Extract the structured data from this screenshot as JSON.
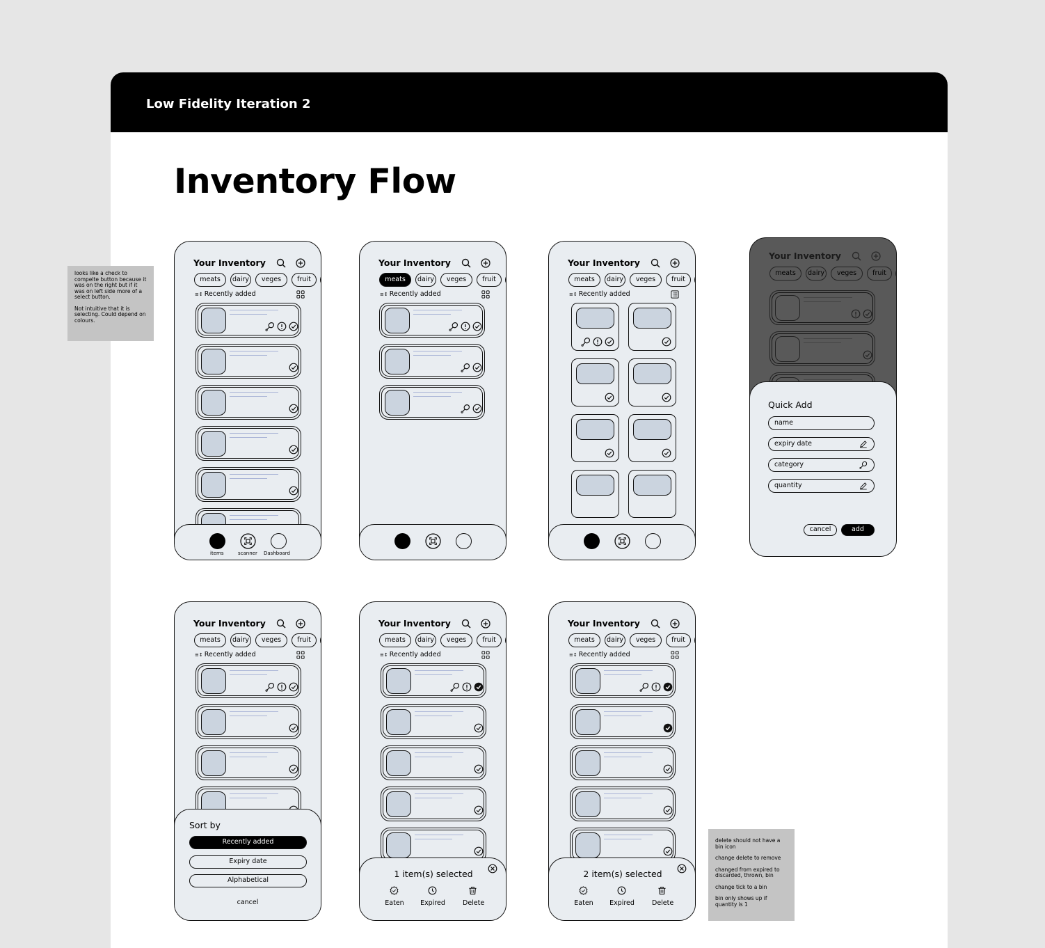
{
  "header": {
    "band_title": "Low Fidelity Iteration 2",
    "page_title": "Inventory Flow"
  },
  "phone": {
    "title": "Your Inventory",
    "chips": [
      "meats",
      "dairy",
      "veges",
      "fruit"
    ],
    "sort_label": "Recently added",
    "nav": {
      "items": "items",
      "scanner": "scanner",
      "dashboard": "Dashboard"
    }
  },
  "quick_add": {
    "title": "Quick Add",
    "fields": [
      "name",
      "expiry date",
      "category",
      "quantity"
    ],
    "cancel": "cancel",
    "add": "add"
  },
  "sort_sheet": {
    "title": "Sort by",
    "options": [
      "Recently added",
      "Expiry date",
      "Alphabetical"
    ],
    "cancel": "cancel"
  },
  "selection_1": {
    "title": "1 item(s) selected"
  },
  "selection_2": {
    "title": "2 item(s) selected"
  },
  "selection_actions": {
    "eaten": "Eaten",
    "expired": "Expired",
    "delete": "Delete"
  },
  "notes": {
    "left": [
      "looks like a check to compelte button because it was on the right but if it was on left side more of a select button.",
      "Not intuitive that it is selecting. Could depend on colours."
    ],
    "right": [
      "delete should not have a bin icon",
      "change delete to remove",
      "changed from expired to discarded, thrown, bin",
      "change tick to a bin",
      "bin only shows up if quantity is 1"
    ]
  },
  "colors": {
    "screen": "#e9edf1",
    "thumb": "#cbd4df",
    "lines": "#a8b3d6",
    "dimmed": "#595959",
    "band": "#000000"
  },
  "icons": [
    "search-icon",
    "add-circle-icon",
    "grid-view-icon",
    "list-view-icon",
    "drumstick-icon",
    "alert-icon",
    "check-icon",
    "checked-filled-icon",
    "scanner-icon",
    "pencil-icon",
    "close-circle-icon",
    "badge-check-icon",
    "clock-icon",
    "bin-icon"
  ]
}
